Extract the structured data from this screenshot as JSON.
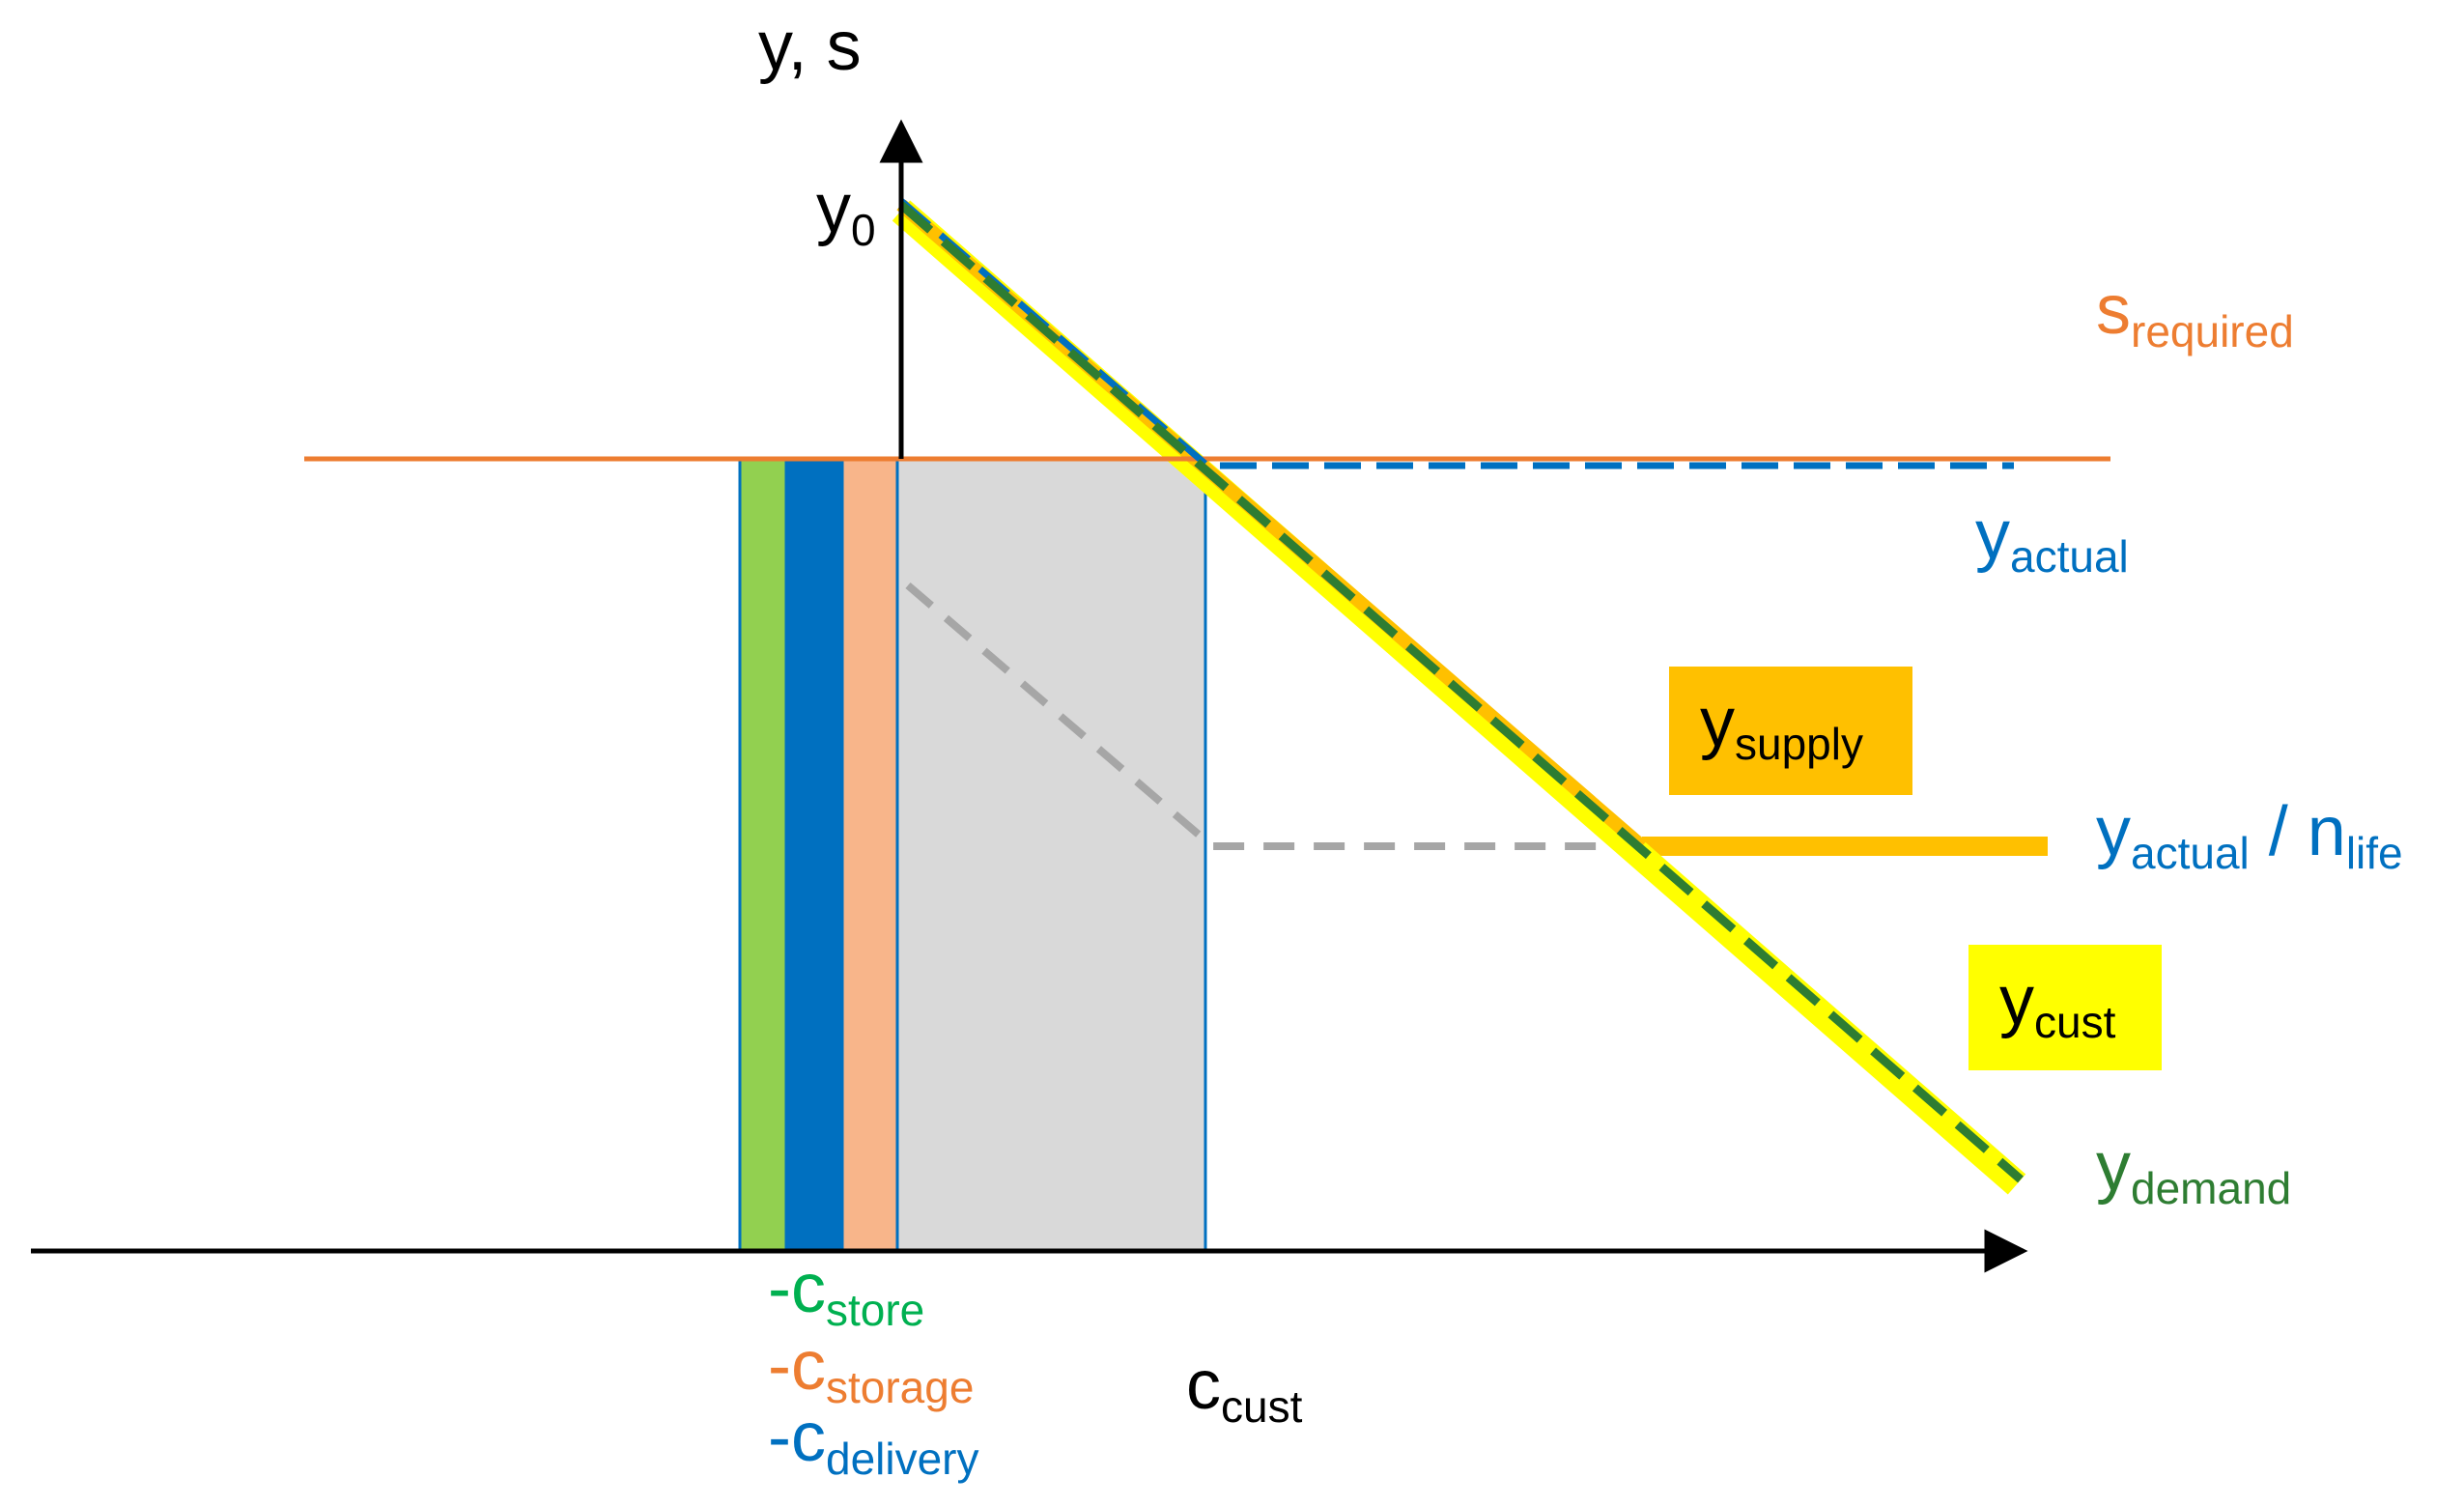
{
  "colors": {
    "background": "#ffffff",
    "axis": "#000000",
    "s_required": "#ED7D31",
    "y_actual": "#0070C0",
    "y_supply": "#FFC000",
    "y_cust": "#FFFF00",
    "y_demand": "#2E7D32",
    "shared_line": "#A6A6A6",
    "bar_store": "#92D050",
    "bar_delivery": "#0070C0",
    "bar_storage": "#F8B58A",
    "bar_cust": "#D9D9D9",
    "label_store": "#00B050",
    "label_storage": "#ED7D31",
    "label_delivery": "#0070C0",
    "label_cust": "#000000"
  },
  "labels": {
    "y_axis": "y, s",
    "y0": {
      "main": "y",
      "sub": "0"
    },
    "s_required": {
      "main": "s",
      "sub": "required"
    },
    "y_actual": {
      "main": "y",
      "sub": "actual"
    },
    "y_supply": {
      "main": "y",
      "sub": "supply"
    },
    "y_actual_over_nlife": {
      "main1": "y",
      "sub1": "actual",
      "slash": " / ",
      "main2": "n",
      "sub2": "life"
    },
    "y_cust": {
      "main": "y",
      "sub": "cust"
    },
    "y_demand": {
      "main": "y",
      "sub": "demand"
    },
    "c_store": {
      "main": "-c",
      "sub": "store"
    },
    "c_storage": {
      "main": "-c",
      "sub": "storage"
    },
    "c_delivery": {
      "main": "-c",
      "sub": "delivery"
    },
    "c_cust": {
      "main": "c",
      "sub": "cust"
    }
  }
}
